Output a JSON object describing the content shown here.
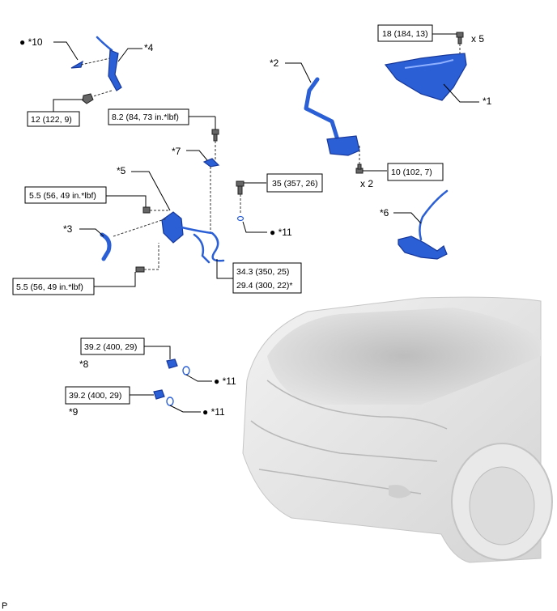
{
  "callouts": {
    "c1": "*1",
    "c2": "*2",
    "c3": "*3",
    "c4": "*4",
    "c5": "*5",
    "c6": "*6",
    "c7": "*7",
    "c8": "*8",
    "c9": "*9",
    "c10": "● *10",
    "c11a": "● *11",
    "c11b": "● *11",
    "c11c": "● *11"
  },
  "torques": {
    "t18": "18 (184, 13)",
    "t12": "12 (122, 9)",
    "t82": "8.2 (84, 73 in.*lbf)",
    "t35": "35 (357, 26)",
    "t10": "10 (102, 7)",
    "t55a": "5.5 (56, 49 in.*lbf)",
    "t55b": "5.5 (56, 49 in.*lbf)",
    "t343": "34.3 (350, 25)",
    "t294": "29.4 (300, 22)*",
    "t392a": "39.2 (400, 29)",
    "t392b": "39.2 (400, 29)"
  },
  "quantities": {
    "x5": "x 5",
    "x2": "x 2"
  },
  "footer": {
    "code": "P"
  },
  "colors": {
    "part": "#2a5fd6",
    "car": "#d8d8d8"
  }
}
